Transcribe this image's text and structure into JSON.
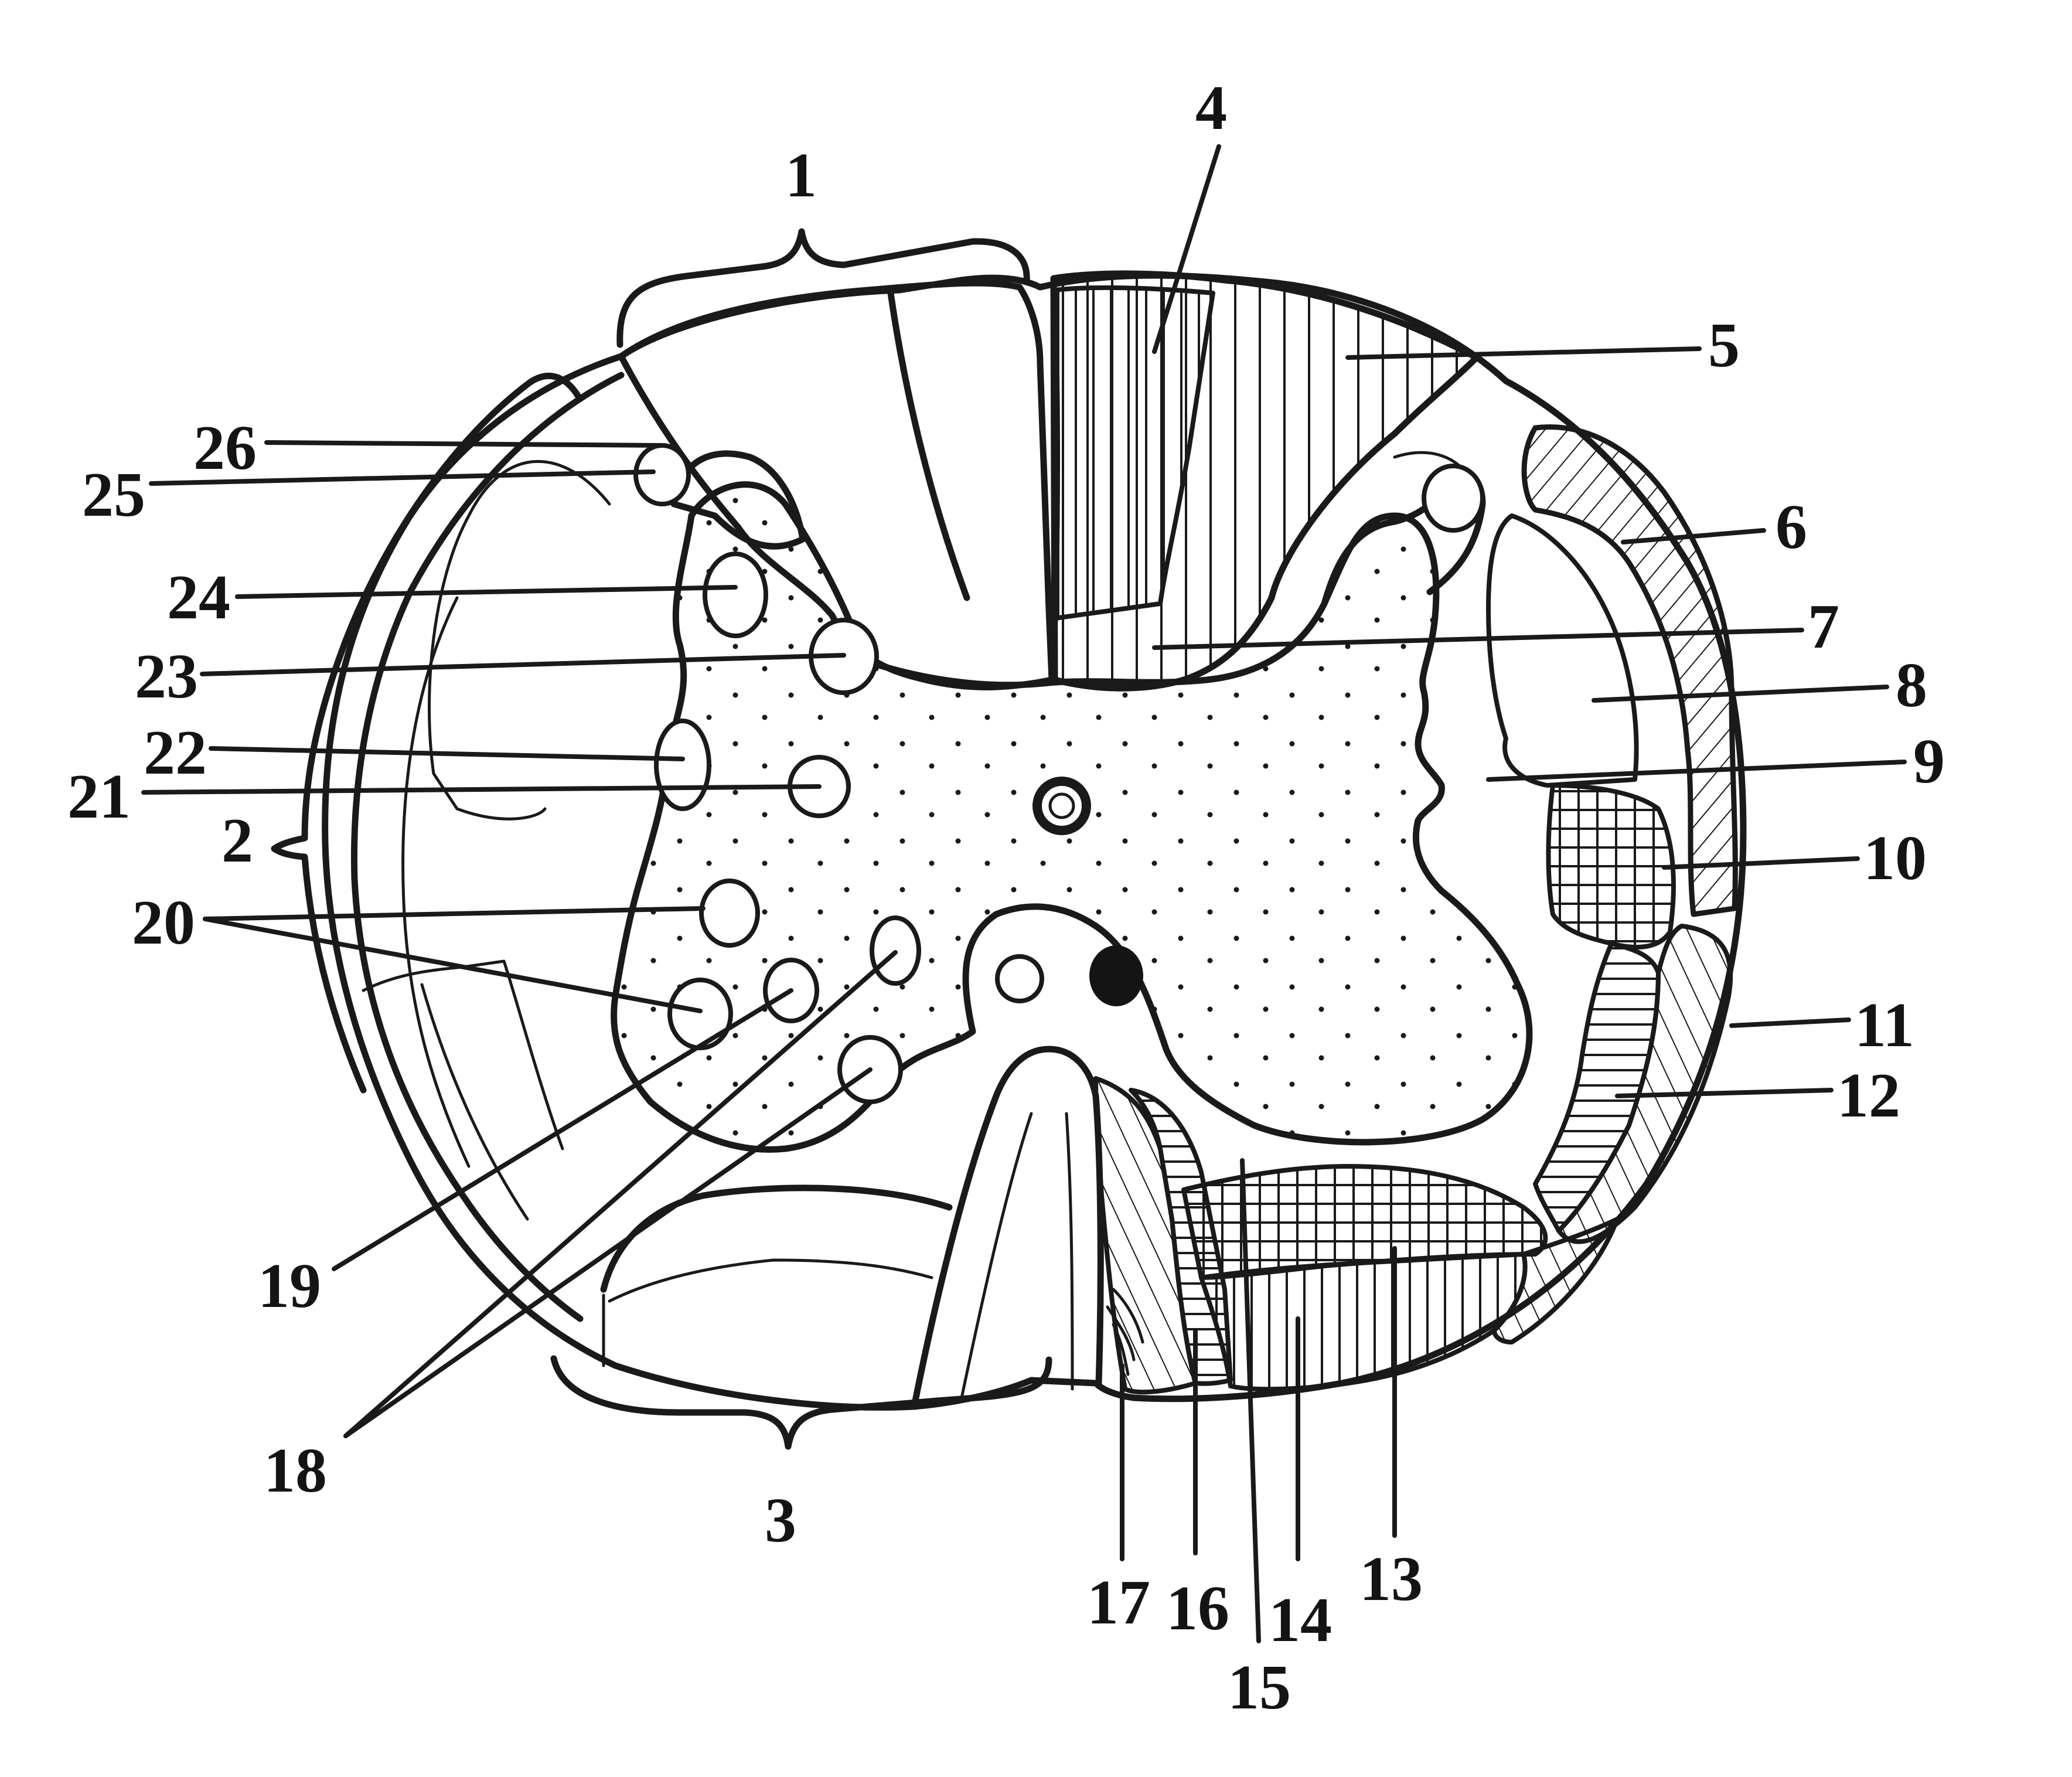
{
  "labels": {
    "l1": "1",
    "l2": "2",
    "l3": "3",
    "l4": "4",
    "l5": "5",
    "l6": "6",
    "l7": "7",
    "l8": "8",
    "l9": "9",
    "l10": "10",
    "l11": "11",
    "l12": "12",
    "l13": "13",
    "l14": "14",
    "l15": "15",
    "l16": "16",
    "l17": "17",
    "l18": "18",
    "l19": "19",
    "l20": "20",
    "l21": "21",
    "l22": "22",
    "l23": "23",
    "l24": "24",
    "l25": "25",
    "l26": "26"
  },
  "colors": {
    "ink": "#1a1a1a",
    "paper": "#ffffff"
  }
}
